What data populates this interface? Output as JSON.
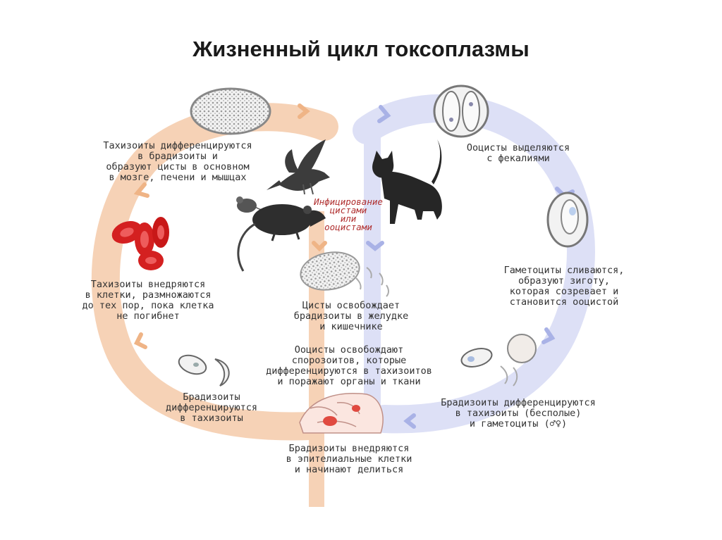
{
  "title": "Жизненный цикл токсоплазмы",
  "labels": {
    "tachy_to_brady": "Тахизоиты дифференцируются\nв брадизоиты и\nобразуют цисты в основном\nв мозге, печени и мышцах",
    "tachy_invade": "Тахизоиты внедряются\nв клетки, размножаются\nдо тех пор, пока клетка\nне погибнет",
    "brady_diff_tachy": "Брадизоиты\nдифференцируются\nв тахизоиты",
    "infection": "Инфицирование\nцистами\nили\nооцистами",
    "cysts_release": "Цисты освобождает\nбрадизоиты в желудке\nи кишечнике",
    "oocysts_release": "Ооцисты освобождают\nспорозоитов, которые\nдифференцируются в тахизоитов\nи поражают органы и ткани",
    "brady_enter_epith": "Брадизоиты внедряются\nв эпителиальные клетки\nи начинают делиться",
    "oocysts_feces": "Ооцисты выделяются\nс фекалиями",
    "gametocytes_fuse": "Гаметоциты сливаются,\nобразуют зиготу,\nкоторая созревает и\nстановится ооцистой",
    "brady_to_gameto": "Брадизоиты дифференцируются\nв тахизоиты (бесполые)\nи гаметоциты (♂♀)"
  },
  "colors": {
    "left_cycle": "#f6d2b6",
    "right_cycle": "#dde0f6",
    "arrow_orange": "#efb486",
    "arrow_blue": "#a9b2e6",
    "rbc": "#d42020",
    "animal": "#262626",
    "infection_text": "#b03030"
  },
  "icons": [
    "cyst-icon",
    "red-blood-cells-icon",
    "bradyzoite-icon",
    "bird-icon",
    "mouse-icon",
    "rat-icon",
    "cat-icon",
    "oocyst-icon",
    "zygote-icon",
    "gametocyte-icon",
    "epithelial-tissue-icon"
  ]
}
